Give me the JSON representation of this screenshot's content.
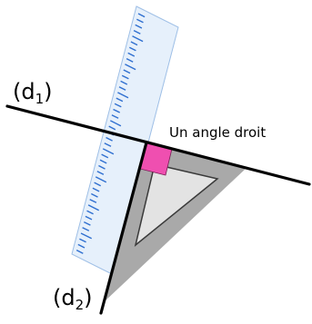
{
  "labels": {
    "line1_letter": "d",
    "line1_index": "1",
    "line2_letter": "d",
    "line2_index": "2",
    "right_angle": "Un angle droit"
  },
  "colors": {
    "ruler_fill": "#e6f0fb",
    "ruler_edge": "#9ebfe6",
    "ruler_ticks": "#2f6fd0",
    "square_outer": "#a9a9a9",
    "square_inner": "#e3e3e3",
    "right_angle_marker": "#ef4fb0",
    "lines": "#000000"
  }
}
